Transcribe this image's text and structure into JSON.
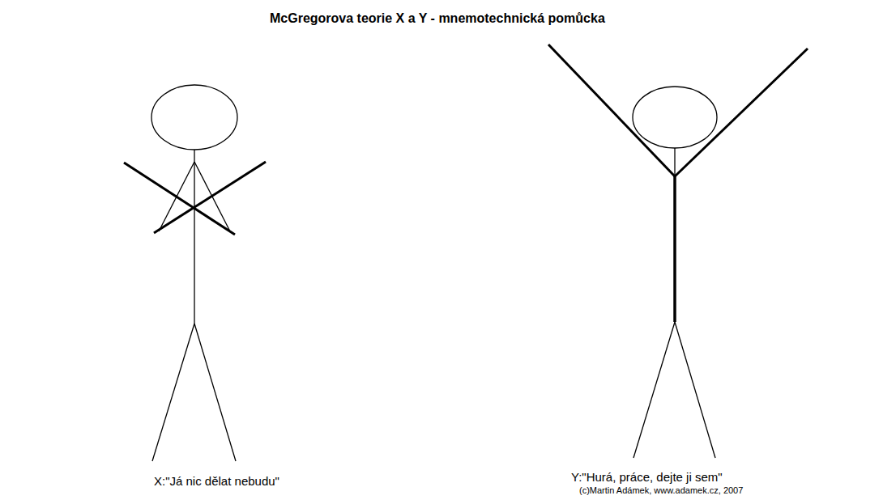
{
  "diagram": {
    "title": "McGregorova teorie X a Y - mnemotechnická pomůcka",
    "labels": [
      "X:\"Já nic dělat nebudu\"",
      "Y:\"Hurá, práce, dejte ji sem\"",
      "(c)Martin Adámek, www.adamek.cz, 2007"
    ]
  }
}
